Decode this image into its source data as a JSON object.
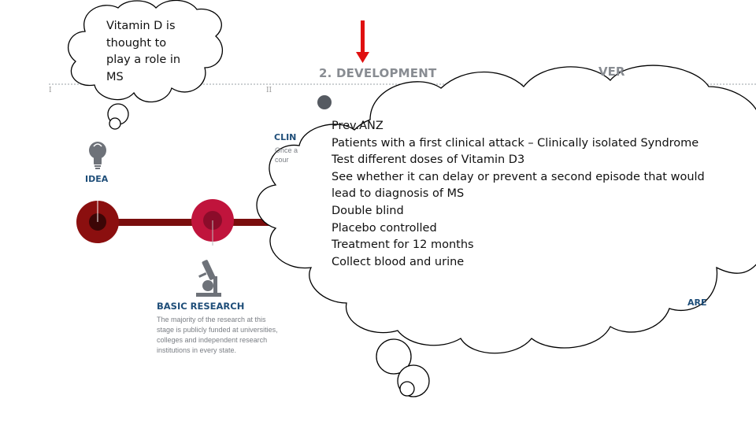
{
  "small_thought": {
    "lines": [
      "Vitamin D is",
      "thought to",
      "play a role in",
      "MS"
    ]
  },
  "big_thought": {
    "lines": [
      "Prev.ANZ",
      "Patients with a first clinical attack – Clinically isolated Syndrome",
      "Test different doses of Vitamin D3",
      "See whether it can delay or prevent a second episode that would",
      "lead to diagnosis of MS",
      "Double blind",
      "Placebo controlled",
      "Treatment for 12 months",
      "Collect blood and urine"
    ]
  },
  "background": {
    "stage_heading": "2. DEVELOPMENT",
    "partial_heading_right": "VER",
    "roman_marks": [
      "I",
      "II"
    ],
    "idea_label": "IDEA",
    "basic_research": {
      "title": "BASIC RESEARCH",
      "description": [
        "The majority of the research at this",
        "stage is publicly funded at universities,",
        "colleges and independent research",
        "institutions in every state."
      ]
    },
    "clinical": {
      "title_partial": "CLIN",
      "desc_partial": [
        "Once a",
        "cour"
      ]
    },
    "partial_bottom_right": "ARE"
  },
  "colors": {
    "arrow": "#e01010",
    "timeline_dark": "#7a0d0d",
    "timeline_node": "#c0143c",
    "heading_gray": "#888c92",
    "label_blue": "#1f4e79"
  },
  "icons": [
    "lightbulb-icon",
    "microscope-icon",
    "down-arrow-icon"
  ]
}
